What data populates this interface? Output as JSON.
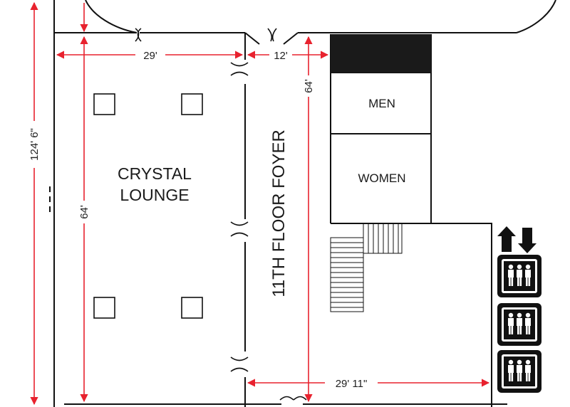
{
  "rooms": {
    "crystal_lounge_line1": "CRYSTAL",
    "crystal_lounge_line2": "LOUNGE",
    "foyer": "11TH FLOOR FOYER",
    "men": "MEN",
    "women": "WOMEN"
  },
  "dimensions": {
    "overall_height": "124' 6\"",
    "lounge_width": "29'",
    "lounge_height": "64'",
    "foyer_width": "12'",
    "foyer_height": "64'",
    "lower_width": "29' 11\""
  },
  "icons": {
    "elevator_direction": "up-down-arrows-icon",
    "elevator": "elevator-icon"
  },
  "colors": {
    "walls": "#111111",
    "dimension_lines": "#e8222e",
    "restroom_block": "#1a1a1a"
  }
}
